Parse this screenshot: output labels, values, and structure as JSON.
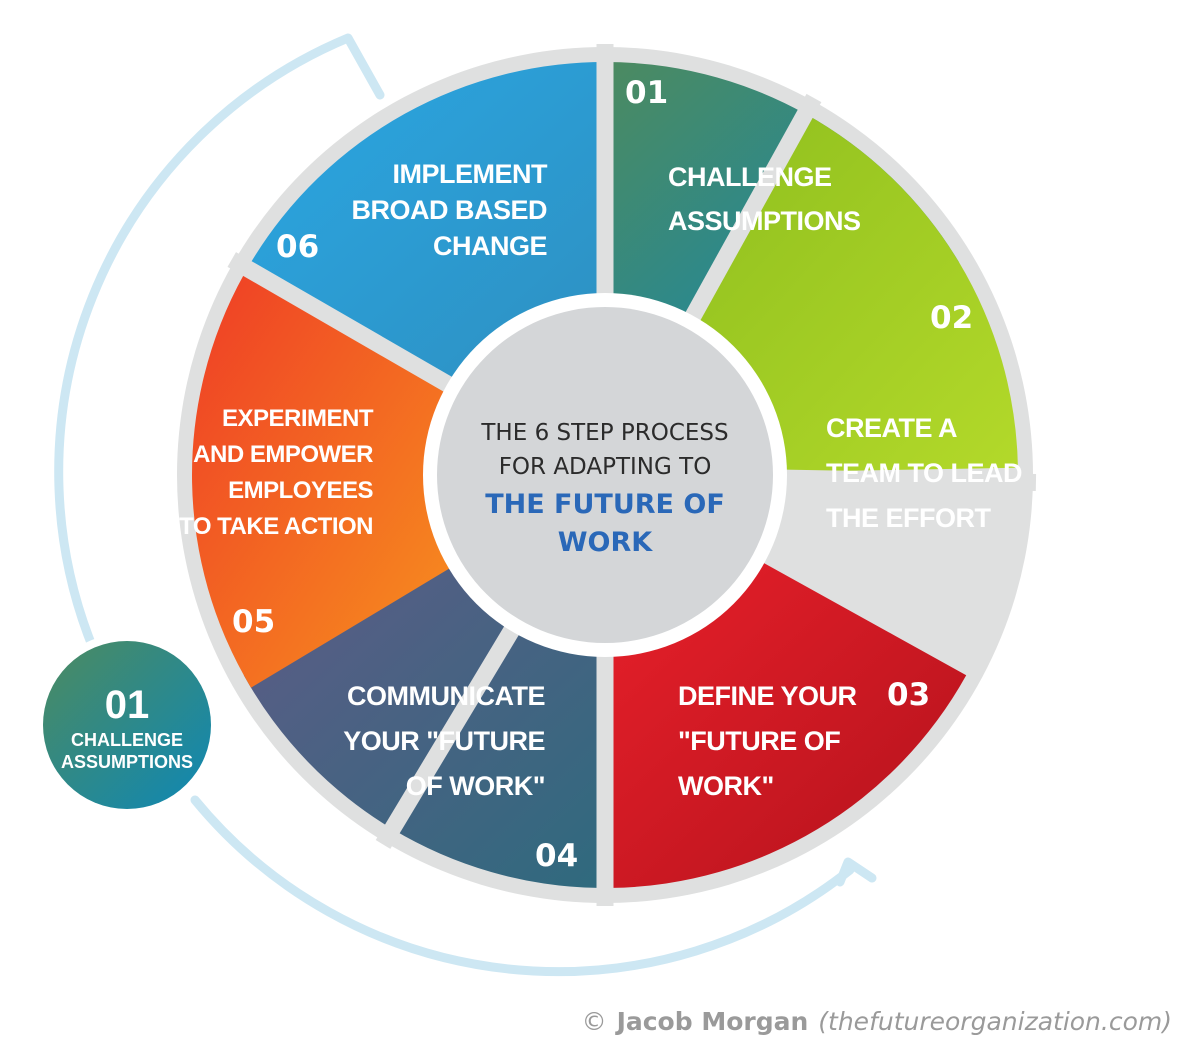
{
  "center": {
    "line1": "THE 6 STEP PROCESS",
    "line2": "FOR ADAPTING TO",
    "line3": "THE FUTURE OF",
    "line4": "WORK"
  },
  "steps": [
    {
      "number": "01",
      "lines": [
        "CHALLENGE",
        "ASSUMPTIONS"
      ],
      "color_a": "#4d8a5f",
      "color_b": "#0e88b5"
    },
    {
      "number": "02",
      "lines": [
        "CREATE A",
        "TEAM TO LEAD",
        "THE EFFORT"
      ],
      "color_a": "#8fbf1e",
      "color_b": "#b3d92a"
    },
    {
      "number": "03",
      "lines": [
        "DEFINE YOUR",
        "\"FUTURE OF",
        "WORK\""
      ],
      "color_a": "#e8202a",
      "color_b": "#b2121c"
    },
    {
      "number": "04",
      "lines": [
        "COMMUNICATE",
        "YOUR \"FUTURE",
        "OF WORK\""
      ],
      "color_a": "#5e5b86",
      "color_b": "#2f6a7e"
    },
    {
      "number": "05",
      "lines": [
        "EXPERIMENT",
        "AND EMPOWER",
        "EMPLOYEES",
        "TO TAKE ACTION"
      ],
      "color_a": "#ef3d26",
      "color_b": "#f7931e"
    },
    {
      "number": "06",
      "lines": [
        "IMPLEMENT",
        "BROAD BASED",
        "CHANGE"
      ],
      "color_a": "#2aa7e3",
      "color_b": "#2e8fc0"
    }
  ],
  "badge": {
    "number": "01",
    "line1": "CHALLENGE",
    "line2": "ASSUMPTIONS"
  },
  "credit": {
    "symbol": "©",
    "name": "Jacob Morgan",
    "url": "(thefutureorganization.com)"
  },
  "colors": {
    "ring": "#dfe0e0",
    "center_fill": "#d4d6d8",
    "cycle_arrow": "#cde7f3",
    "accent_text": "#2a68b8",
    "credit_text": "#9a9a9a",
    "badge_a": "#4d8a5f",
    "badge_b": "#0e88b5"
  }
}
